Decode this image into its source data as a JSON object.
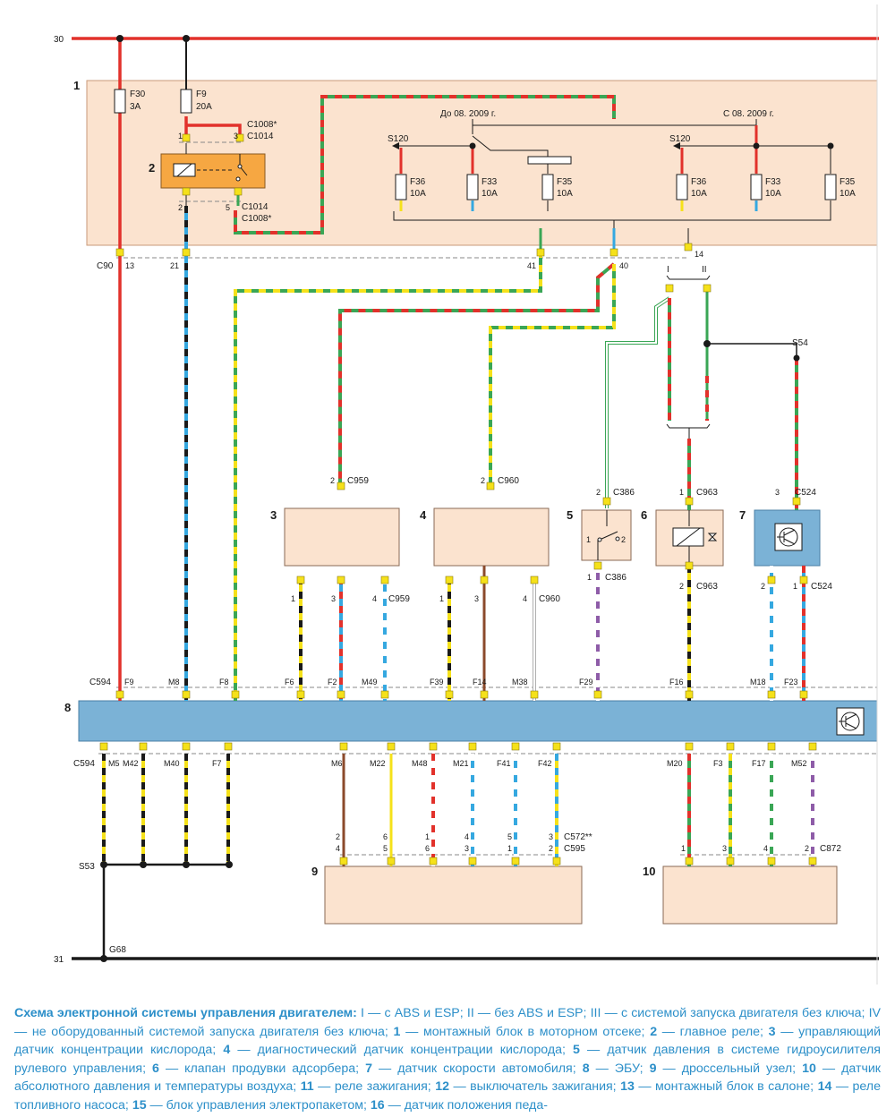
{
  "rails": {
    "top": "30",
    "bottom": "31"
  },
  "fuse_block": {
    "number": "1",
    "fuses": [
      {
        "id": "F30",
        "rating": "3A"
      },
      {
        "id": "F9",
        "rating": "20A"
      },
      {
        "id": "F36",
        "rating": "10A"
      },
      {
        "id": "F33",
        "rating": "10A"
      },
      {
        "id": "F35",
        "rating": "10A"
      },
      {
        "id": "F36",
        "rating": "10A"
      },
      {
        "id": "F33",
        "rating": "10A"
      },
      {
        "id": "F35",
        "rating": "10A"
      }
    ],
    "period_before": "До 08. 2009 г.",
    "period_after": "С 08. 2009 г.",
    "splice": "S120"
  },
  "relay": {
    "number": "2",
    "conn_top_a": "C1008*",
    "conn_top_b": "C1014",
    "conn_bot_a": "C1014",
    "conn_bot_b": "C1008*",
    "pins": [
      "1",
      "3",
      "2",
      "5"
    ]
  },
  "connectors": {
    "c90": "C90",
    "c90_pins": [
      "13",
      "21",
      "41",
      "40",
      "14"
    ],
    "roman": [
      "I",
      "II"
    ],
    "s54": "S54",
    "c959": "C959",
    "c960": "C960",
    "c386": "C386",
    "c963": "C963",
    "c524": "C524",
    "c594": "C594",
    "c594_top_pins": [
      "F9",
      "M8",
      "F8",
      "F6",
      "F2",
      "M49",
      "F39",
      "F14",
      "M38",
      "F29",
      "F16",
      "M18",
      "F23"
    ],
    "c594_bot_pins": [
      "M5",
      "M42",
      "M40",
      "F7",
      "M6",
      "M22",
      "M48",
      "M21",
      "F41",
      "F42",
      "M20",
      "F3",
      "F17",
      "M52"
    ],
    "s53": "S53",
    "g68": "G68",
    "c572": "C572**",
    "c595": "C595",
    "c872": "C872"
  },
  "components": {
    "c3": "3",
    "c4": "4",
    "c5": "5",
    "c6": "6",
    "c7": "7",
    "c8": "8",
    "c9": "9",
    "c10": "10"
  },
  "pin_numbers": {
    "c959_in": "2",
    "c959_out": [
      "1",
      "3",
      "4"
    ],
    "c960_in": "2",
    "c960_out": [
      "1",
      "3",
      "4"
    ],
    "c386_in": "2",
    "c386_out": "1",
    "sensor5": [
      "1",
      "2"
    ],
    "c963_in": "1",
    "c963_out": "2",
    "c524_in": "3",
    "c524_out": [
      "2",
      "1"
    ],
    "c9_upper": [
      "2",
      "6",
      "1",
      "4",
      "5",
      "3"
    ],
    "c9_lower": [
      "4",
      "5",
      "6",
      "3",
      "1",
      "2"
    ],
    "c10": [
      "1",
      "3",
      "4",
      "2"
    ]
  },
  "caption": {
    "title": "Схема электронной системы управления двигателем:",
    "parts": [
      {
        "k": "",
        "t": " I — с ABS и ESP; II —  без ABS и ESP; III — с системой запуска двигателя без ключа; IV — не оборудованный системой запуска двигателя без ключа; "
      },
      {
        "k": "1",
        "t": " — монтажный блок в моторном отсеке; "
      },
      {
        "k": "2",
        "t": " — главное реле; "
      },
      {
        "k": "3",
        "t": " — управляющий датчик концентрации кислорода; "
      },
      {
        "k": "4",
        "t": " — диагностический датчик концентрации кислорода; "
      },
      {
        "k": "5",
        "t": " — датчик давления в системе гидроусилителя рулевого управления;  "
      },
      {
        "k": "6",
        "t": " — клапан продувки адсорбера; "
      },
      {
        "k": "7",
        "t": " — датчик скорости автомобиля; "
      },
      {
        "k": "8",
        "t": " — ЭБУ; "
      },
      {
        "k": "9",
        "t": " — дроссельный узел; "
      },
      {
        "k": "10",
        "t": " — датчик абсолютного давления и температуры воздуха; "
      },
      {
        "k": "11",
        "t": " — реле зажигания; "
      },
      {
        "k": "12",
        "t": " — выключатель зажигания; "
      },
      {
        "k": "13",
        "t": " — монтажный блок в салоне; "
      },
      {
        "k": "14",
        "t": " — реле топливного насоса; "
      },
      {
        "k": "15",
        "t": " — блок управления электропакетом; "
      },
      {
        "k": "16",
        "t": " — датчик положения педа-"
      }
    ]
  },
  "colors": {
    "red": "#e2312b",
    "black": "#1a1a1a",
    "yellow": "#f5e11a",
    "green": "#3aa655",
    "blue": "#35a8e0",
    "brown": "#8b4a2b",
    "violet": "#8e5ca8",
    "white": "#ffffff",
    "box": "#fbe3cf",
    "ecu": "#7bb2d6",
    "relay": "#f6a742",
    "caption": "#2c8fc9"
  }
}
